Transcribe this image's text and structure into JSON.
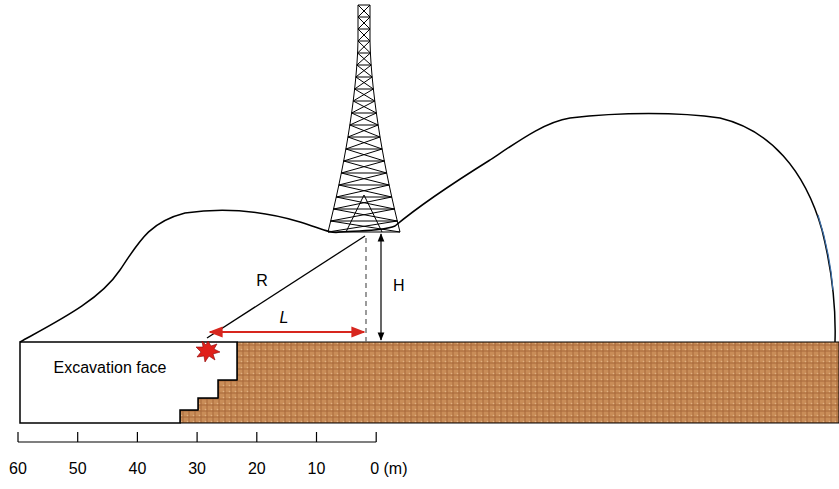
{
  "diagram": {
    "nodes": [
      {
        "text": [
          "Excavation face"
        ]
      }
    ],
    "labels": [
      "R",
      "L",
      "H",
      "60",
      "50",
      "40",
      "30",
      "20",
      "10",
      "0 (m)"
    ]
  }
}
